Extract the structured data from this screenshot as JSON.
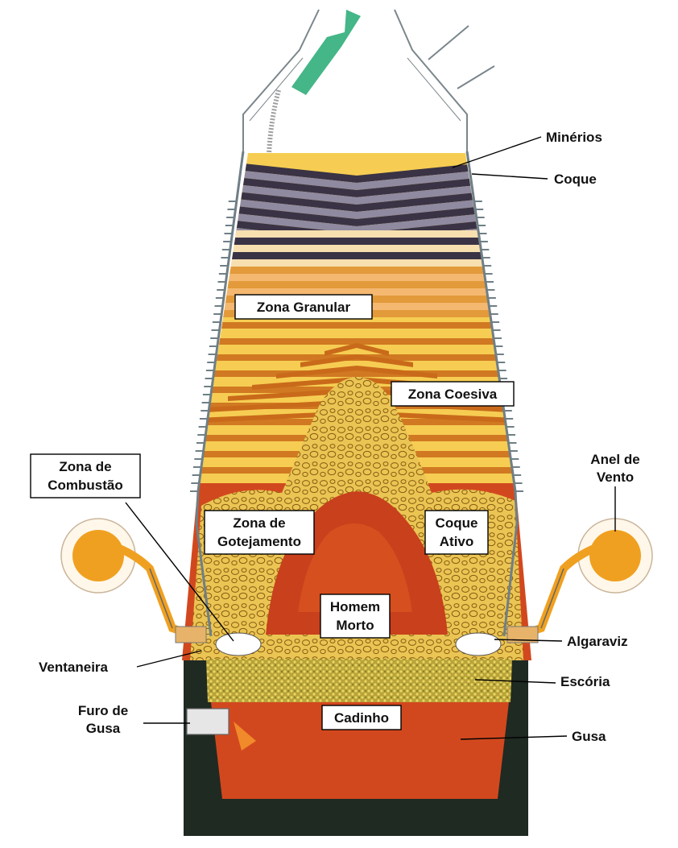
{
  "labels": {
    "minerios": "Minérios",
    "coque": "Coque",
    "zona_granular": "Zona Granular",
    "zona_coesiva": "Zona Coesiva",
    "anel_de_vento_1": "Anel de",
    "anel_de_vento_2": "Vento",
    "zona_de_combustao_1": "Zona de",
    "zona_de_combustao_2": "Combustão",
    "zona_de_gotejamento_1": "Zona de",
    "zona_de_gotejamento_2": "Gotejamento",
    "coque_ativo_1": "Coque",
    "coque_ativo_2": "Ativo",
    "homem_morto_1": "Homem",
    "homem_morto_2": "Morto",
    "algaraviz": "Algaraviz",
    "ventaneira": "Ventaneira",
    "escoria": "Escória",
    "furo_de_gusa_1": "Furo de",
    "furo_de_gusa_2": "Gusa",
    "cadinho": "Cadinho",
    "gusa": "Gusa"
  },
  "colors": {
    "ore_layer": "#3a3345",
    "coke_layer": "#8f8aa0",
    "granular_light": "#f7dfb0",
    "granular_orange": "#e39a3a",
    "cohesive_yellow": "#f4c94a",
    "cohesive_stripe": "#c96a1a",
    "dripping_zone": "#e9c24e",
    "dead_man": "#c8401c",
    "hearth_slag": "#b4a032",
    "hot_metal": "#d2481e",
    "furnace_base": "#1f2a22",
    "wind_ring": "#f0a020",
    "charging_chute": "#44b688",
    "furnace_wall": "#6f7f86"
  }
}
